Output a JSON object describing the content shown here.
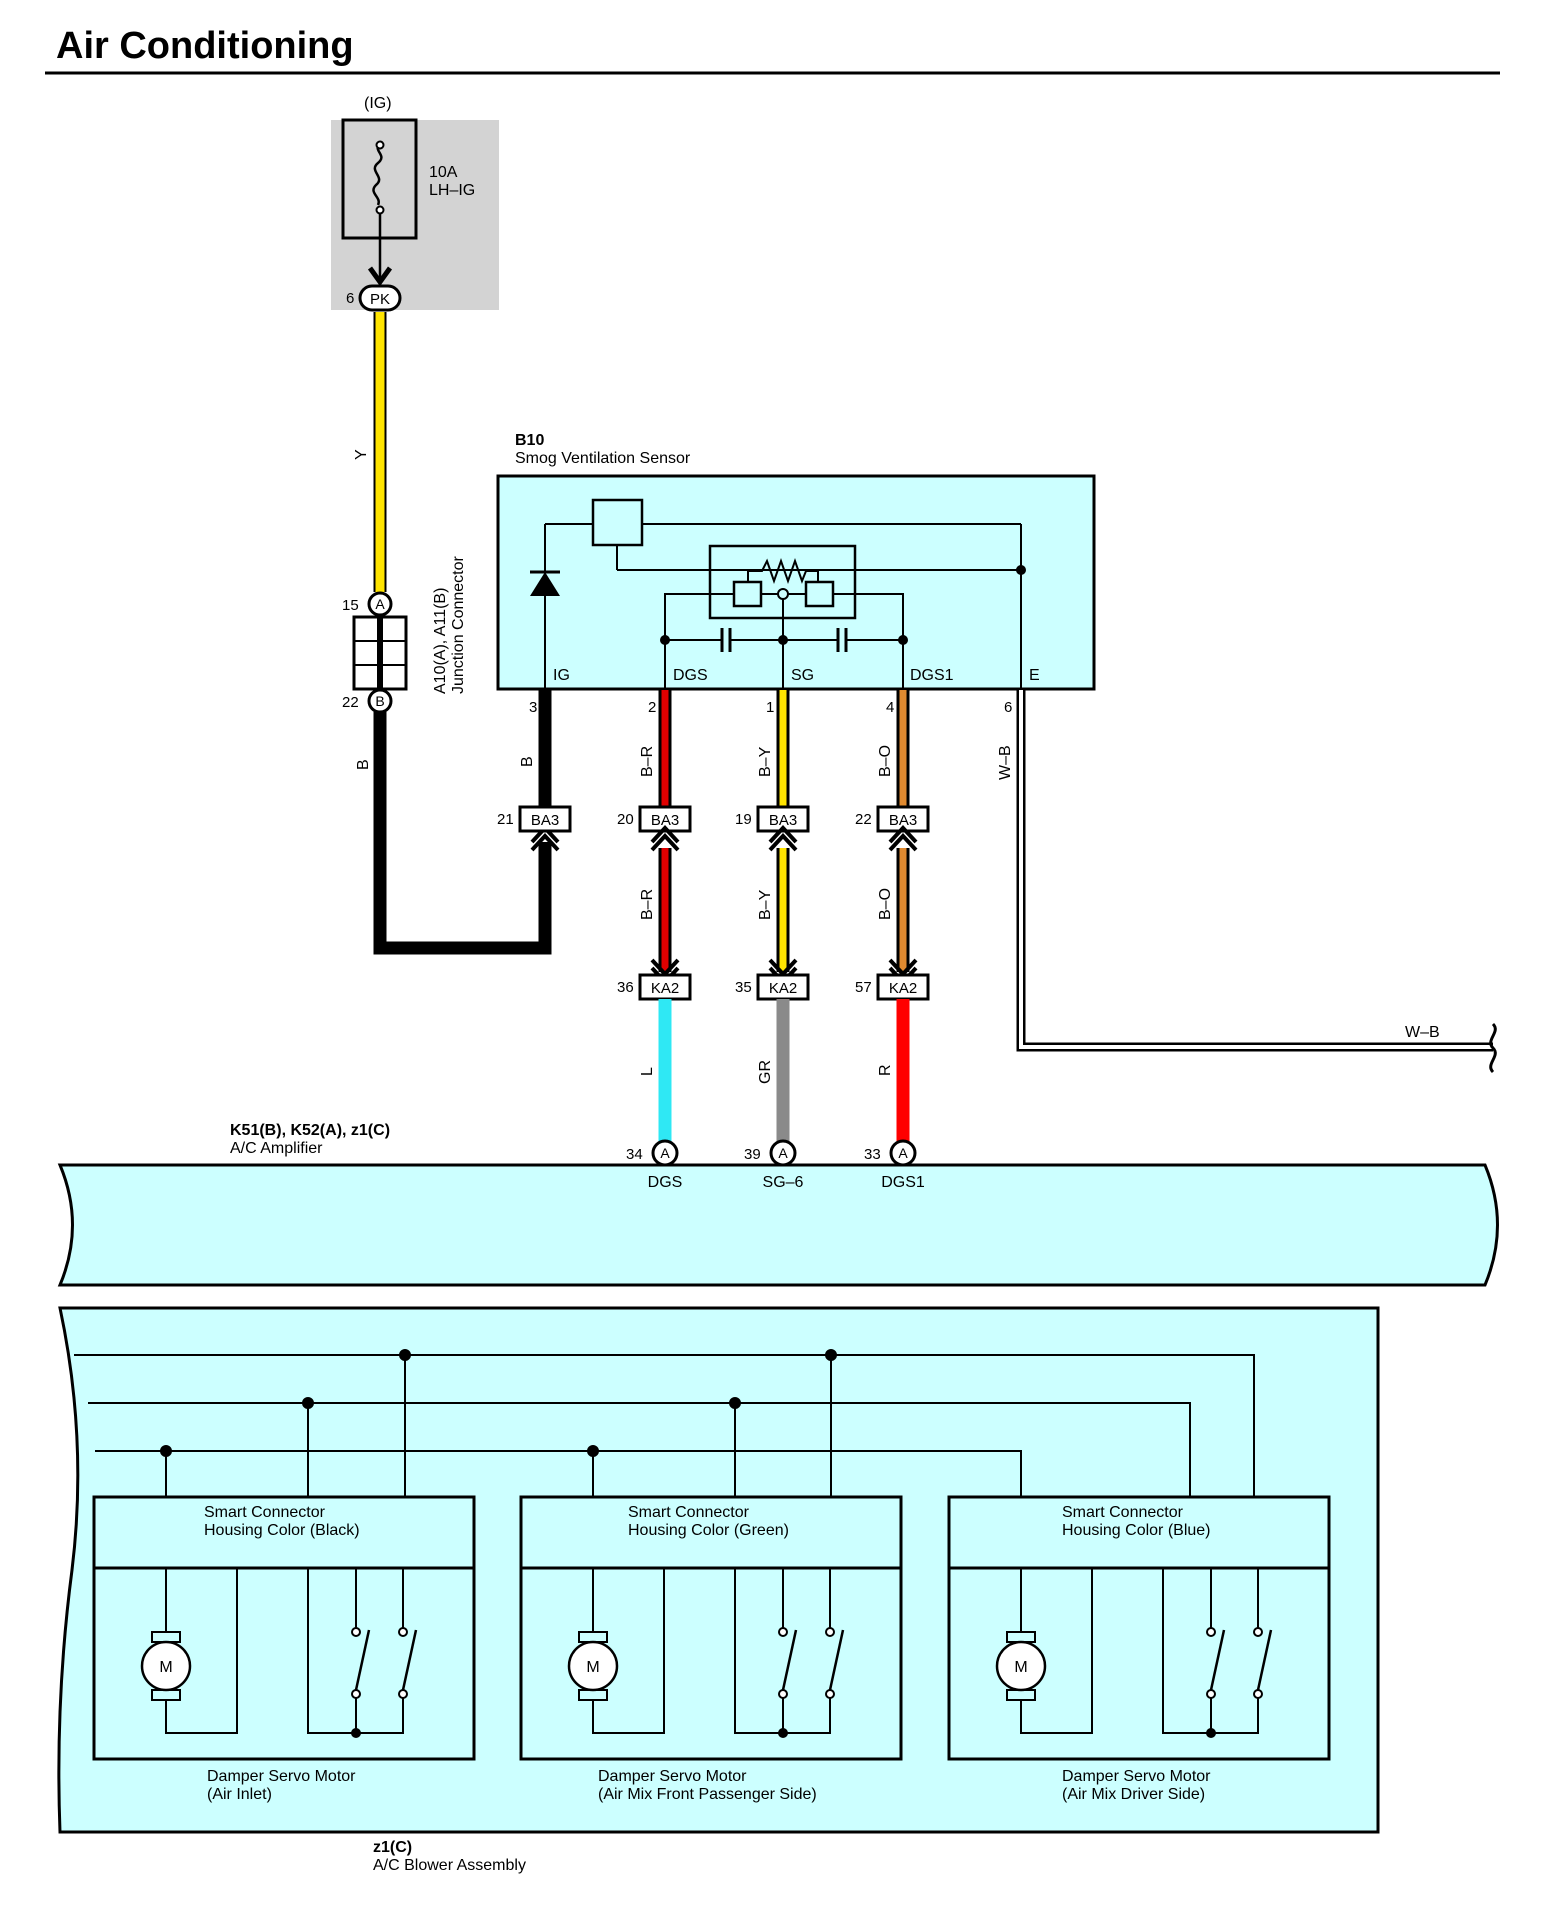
{
  "title": "Air Conditioning",
  "colors": {
    "yellow": "#ffe400",
    "black": "#000000",
    "red": "#e00000",
    "orange": "#e08a30",
    "cyan": "#2fe8f4",
    "gray": "#8a8a8a",
    "bright_red": "#ff0000",
    "component_fill": "#ccffff",
    "fuse_box": "#d3d3d3"
  },
  "fuse": {
    "source": "(IG)",
    "rating": "10A",
    "name": "LH–IG",
    "pin": "6",
    "connector": "PK"
  },
  "wire_y": "Y",
  "junction": {
    "code": "A10(A), A11(B)",
    "name": "Junction Connector",
    "pin_a": "15",
    "conn_a": "A",
    "pin_b": "22",
    "conn_b": "B"
  },
  "wire_b_left": "B",
  "sensor": {
    "code": "B10",
    "name": "Smog Ventilation Sensor",
    "terminals": [
      "IG",
      "DGS",
      "SG",
      "DGS1",
      "E"
    ],
    "pins": [
      "3",
      "2",
      "1",
      "4",
      "6"
    ]
  },
  "upper_wires": [
    "B",
    "B–R",
    "B–Y",
    "B–O"
  ],
  "ground_wire": "W–B",
  "ground_wire_right": "W–B",
  "ba3": {
    "name": "BA3",
    "pins": [
      "21",
      "20",
      "19",
      "22"
    ]
  },
  "middle_wires": [
    "B–R",
    "B–Y",
    "B–O"
  ],
  "ka2": {
    "name": "KA2",
    "pins": [
      "36",
      "35",
      "57"
    ]
  },
  "lower_wires": [
    "L",
    "GR",
    "R"
  ],
  "amplifier": {
    "code": "K51(B), K52(A), z1(C)",
    "name": "A/C Amplifier",
    "pins": [
      "34",
      "39",
      "33"
    ],
    "conn": "A",
    "terminals": [
      "DGS",
      "SG–6",
      "DGS1"
    ]
  },
  "blower": {
    "code": "z1(C)",
    "name": "A/C Blower Assembly",
    "motor_symbol": "M",
    "modules": [
      {
        "housing_line1": "Smart Connector",
        "housing_line2": "Housing Color (Black)",
        "label_line1": "Damper Servo Motor",
        "label_line2": "(Air Inlet)"
      },
      {
        "housing_line1": "Smart Connector",
        "housing_line2": "Housing Color (Green)",
        "label_line1": "Damper Servo Motor",
        "label_line2": "(Air Mix Front Passenger Side)"
      },
      {
        "housing_line1": "Smart Connector",
        "housing_line2": "Housing Color (Blue)",
        "label_line1": "Damper Servo Motor",
        "label_line2": "(Air Mix Driver Side)"
      }
    ]
  }
}
